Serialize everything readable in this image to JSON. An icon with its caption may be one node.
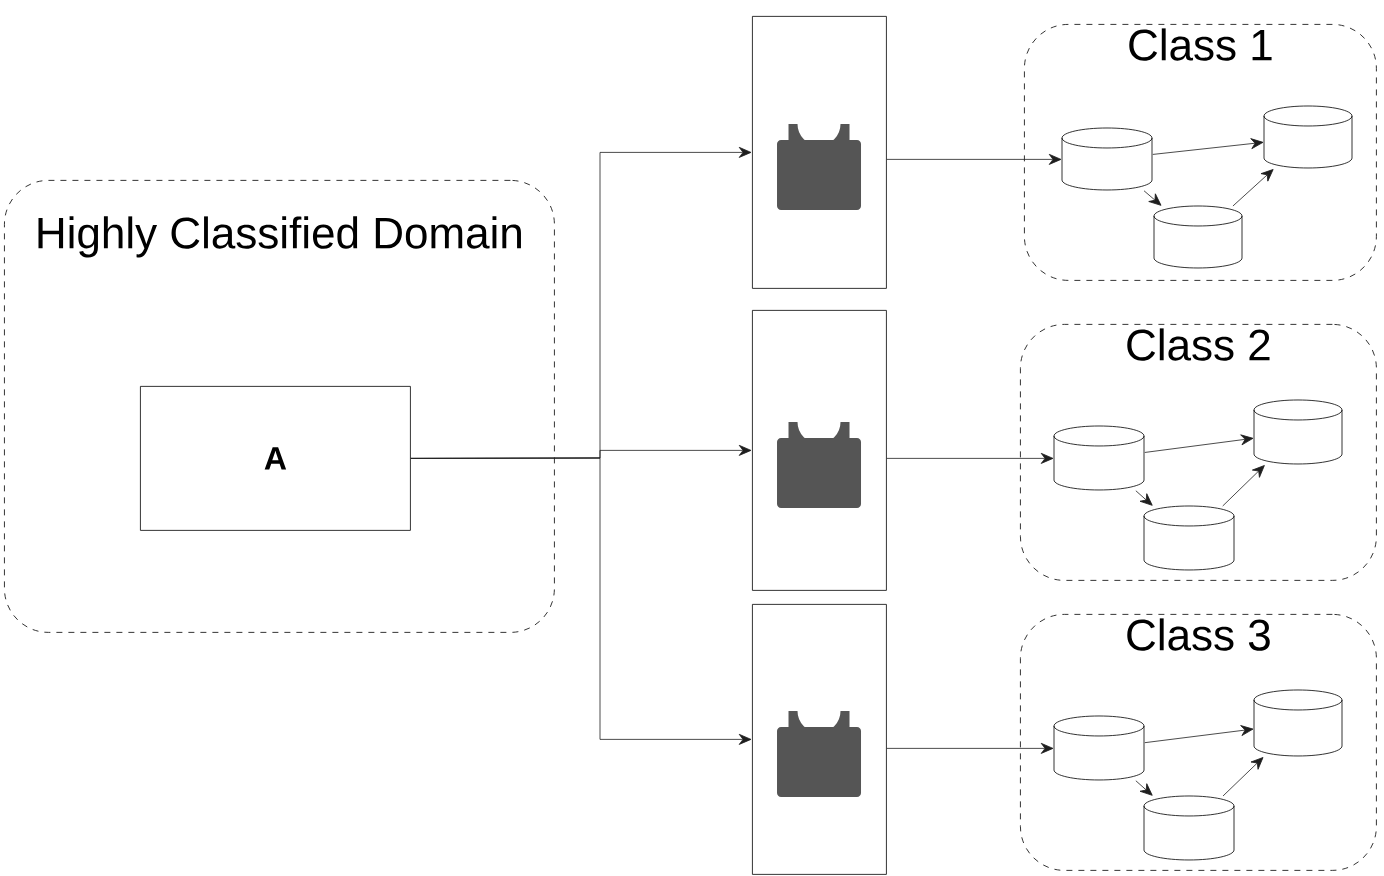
{
  "diagram": {
    "nodes": [
      {
        "text": [
          "Highly Classified Domain"
        ]
      },
      {
        "text": [
          "A"
        ],
        "in": 0
      },
      {
        "text": [],
        "shape": "box"
      },
      {
        "text": [],
        "shape": "box"
      },
      {
        "text": [],
        "shape": "box"
      },
      {
        "text": [
          "Class 1"
        ]
      },
      {
        "text": [],
        "shape": "cylinder",
        "in": 5
      },
      {
        "text": [],
        "shape": "cylinder",
        "in": 5
      },
      {
        "text": [],
        "shape": "cylinder",
        "in": 5
      },
      {
        "text": [
          "Class 2"
        ]
      },
      {
        "text": [],
        "shape": "cylinder",
        "in": 9
      },
      {
        "text": [],
        "shape": "cylinder",
        "in": 9
      },
      {
        "text": [],
        "shape": "cylinder",
        "in": 9
      },
      {
        "text": [
          "Class 3"
        ]
      },
      {
        "text": [],
        "shape": "cylinder",
        "in": 13
      },
      {
        "text": [],
        "shape": "cylinder",
        "in": 13
      },
      {
        "text": [],
        "shape": "cylinder",
        "in": 13
      }
    ],
    "edges": [
      {
        "from": 1,
        "to": 2,
        "arrow": "to"
      },
      {
        "from": 1,
        "to": 3,
        "arrow": "to"
      },
      {
        "from": 1,
        "to": 4,
        "arrow": "to"
      },
      {
        "from": 2,
        "to": 6,
        "arrow": "to"
      },
      {
        "from": 3,
        "to": 10,
        "arrow": "to"
      },
      {
        "from": 4,
        "to": 14,
        "arrow": "to"
      },
      {
        "from": 6,
        "to": 7,
        "arrow": "to"
      },
      {
        "from": 6,
        "to": 8,
        "arrow": "to"
      },
      {
        "from": 8,
        "to": 7,
        "arrow": "to"
      },
      {
        "from": 10,
        "to": 11,
        "arrow": "to"
      },
      {
        "from": 10,
        "to": 12,
        "arrow": "to"
      },
      {
        "from": 12,
        "to": 11,
        "arrow": "to"
      },
      {
        "from": 14,
        "to": 15,
        "arrow": "to"
      },
      {
        "from": 14,
        "to": 16,
        "arrow": "to"
      },
      {
        "from": 16,
        "to": 15,
        "arrow": "to"
      }
    ]
  }
}
